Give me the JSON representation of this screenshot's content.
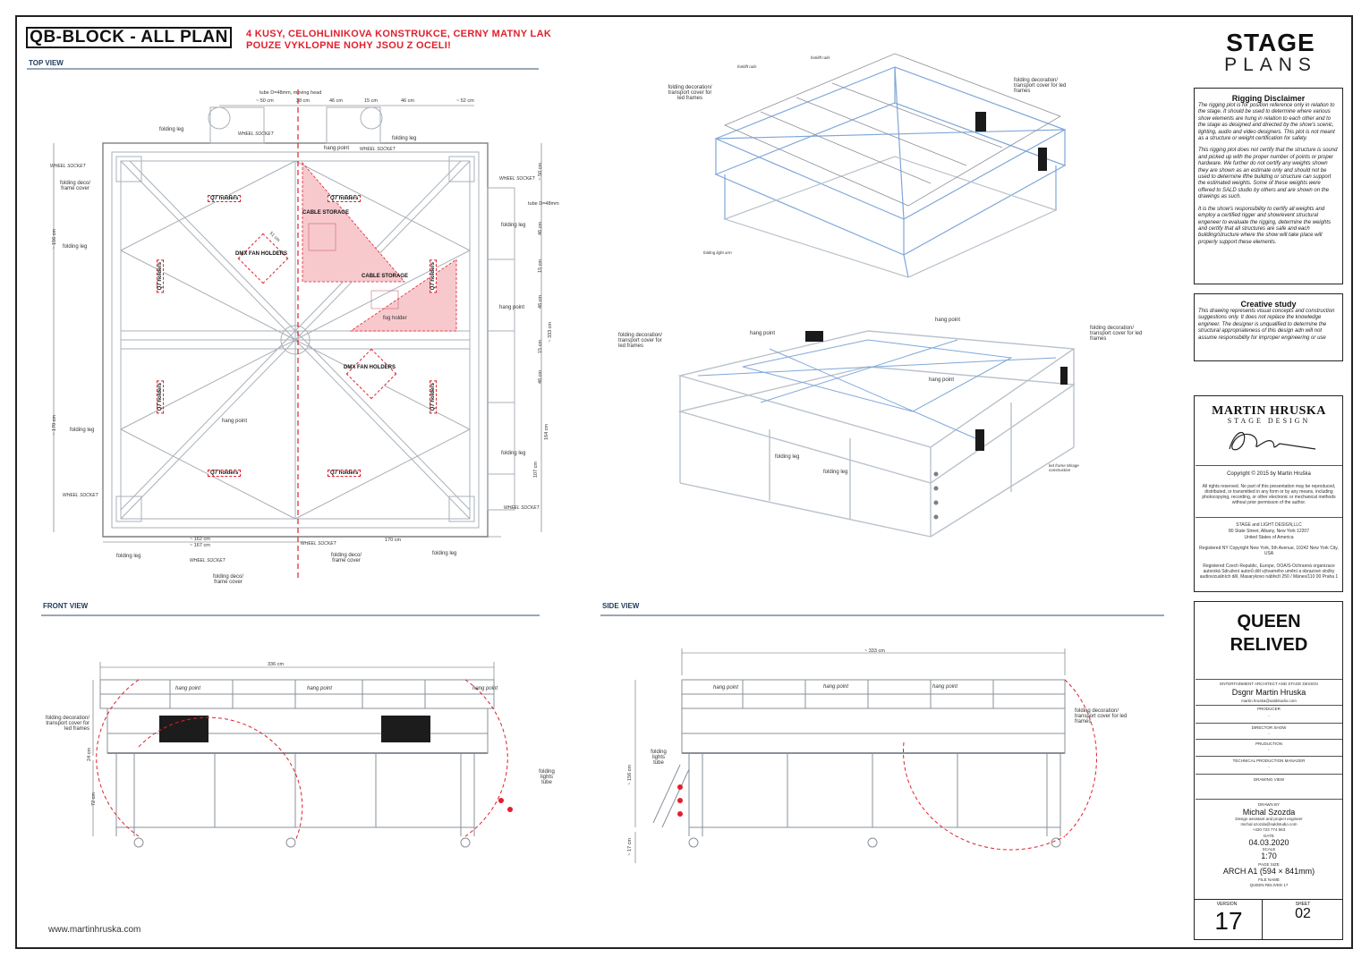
{
  "header": {
    "title": "QB-BLOCK - ALL PLAN",
    "note_line1": "4 KUSY, CELOHLINIKOVA KONSTRUKCE, CERNY MATNY LAK",
    "note_line2": "POUZE VYKLOPNE NOHY JSOU Z OCELI!"
  },
  "sections": {
    "top_view": "TOP VIEW",
    "front_view": "FRONT VIEW",
    "side_view": "SIDE VIEW"
  },
  "top_view": {
    "dims_top": [
      "~ 50 cm",
      "38 cm",
      "46 cm",
      "15 cm",
      "46 cm",
      "~ 52 cm"
    ],
    "tube_note": "tube D=48mm, moving head",
    "tube_note2": "tube D=48mm",
    "dims_bottom_1": "~ 162 cm",
    "dims_bottom_2": "~ 167 cm",
    "dims_bottom_3": "170 cm",
    "dims_left": [
      "~ 156 cm",
      "~ 170 cm"
    ],
    "dims_right": [
      "~ 50 cm",
      "46 cm",
      "15 cm",
      "46 cm",
      "~ 333 cm",
      "15 cm",
      "46 cm",
      "164 cm",
      "107 cm"
    ],
    "labels": {
      "folding_leg": "folding leg",
      "wheel_socket": "WHEEL SOCKET",
      "folding_deco": "folding deco/ frame cover",
      "hang_point": "hang point",
      "q7_holders": "Q7 holders",
      "dmx_fan": "DMX FAN HOLDERS",
      "cable_storage": "CABLE STORAGE",
      "fog_holder": "fog holder",
      "dim_51": "51 cm"
    }
  },
  "iso_views": {
    "folding_decoration": "folding decoration/ transport cover for led frames",
    "forklift_rails": "forklift rails",
    "folding_light_arm": "folding light arm",
    "hang_point": "hang point",
    "folding_leg": "folding leg",
    "led_frame": "led frame Mirage construction"
  },
  "front_view": {
    "width": "336 cm",
    "hang_point": "hang point",
    "folding_decoration": "folding decoration/ transport cover for led frames",
    "folding_lights_tube": "folding lights tube",
    "dim_v1": "24 cm",
    "dim_v2": "72 cm"
  },
  "side_view": {
    "width": "~ 333 cm",
    "hang_point": "hang point",
    "folding_decoration": "folding decoration/ transport cover for led frames",
    "folding_lights_tube": "folding lights tube",
    "dim_v1": "~ 156 cm",
    "dim_v2": "~ 17 cm"
  },
  "footer_url": "www.martinhruska.com",
  "logo": {
    "line1": "STAGE",
    "line2": "PLANS"
  },
  "rigging": {
    "title": "Rigging Disclaimer",
    "p1": "The rigging plot is for position reference only in relation to the stage. It should be used to determine where various show elements are hung in relation to each other and to the stage as designed and directed by the show's scenic, lighting, audio and video designers. This plot is not meant as a structure or weight certification for safety.",
    "p2": "This rigging plot does not certify that the structure is sound and picked up with the proper number of points or proper hardware. We further do not certify any weights shown they are shown as an estimate only and should not be used to determine ifthe building or structure can support the estimated weights. Some of these weights were offered to SALD studio by others and are shown on the drawings as such.",
    "p3": "It is the show's responsibility to certify all weights and employ a certified rigger and show/event structural engeneer to evaluate the rigging, determine the weights and certify that all structures are safe and each building/structure where the show will take place will properly support these elements."
  },
  "creative": {
    "title": "Creative study",
    "p1": "This drawing represents visual concepts and construction suggestions only. It does not replace the knowledge engineer. The designer is unqualified to determine the structural appropriateness of this design adn will not assume responsibility for improper engineering or use"
  },
  "designer": {
    "name": "MARTIN HRUSKA",
    "sub": "STAGE DESIGN",
    "copyright": "Copyright © 2015 by Martin Hruška",
    "rights": "All rights reserved. No part of this presentation may be reproduced, distributed, or transmitted in any form or by any means, including photocopying, recording, or other electronic or mechanical methods without prior permisson of the author.",
    "company1": "STAGE and LIGHT DESIGN,LLC",
    "company2": "80 State Street, Albany, New York 12207",
    "company3": "United States of America",
    "reg1": "Registered NY Copyright New York, 5th Avenue, 10242 New York City, USA",
    "reg2": "Registered Czech Republic, Europe, OOA/S-Ochranná organizace autorská Sdružení autorů děl výtvarného umění a obrazové složky audiovizuálních děl, Masarykovo nábřeží 250 / Mánes/110 00 Praha 1"
  },
  "project": {
    "line1": "QUEEN",
    "line2": "RELIVED",
    "architect_label": "ENTERTAINMENT ARCHITECT AND STAGE DESIGN",
    "architect": "Dsgnr Martin Hruska",
    "architect_email": "martin.hruska@saldstudio.com",
    "producer_label": "PRODUCER",
    "producer": "-",
    "director_label": "DIRECTOR SHOW",
    "director": "-",
    "production_label": "PRUDUCTION",
    "production": "-",
    "tpm_label": "TECHNICAL PRODUCTION MANAGER",
    "tpm": "-",
    "drawing_view_label": "DRAWING VIEW",
    "drawn_by_label": "DRAWN BY",
    "drawn_by": "Michal Szozda",
    "drawn_role": "Design assistant and project engineer",
    "drawn_email": "michal.szozda@saldstudio.com",
    "drawn_phone": "+420 723 774 563",
    "date_label": "DATE",
    "date": "04.03.2020",
    "scale_label": "SCALE",
    "scale": "1:70",
    "page_size_label": "PAGE SIZE",
    "page_size": "ARCH A1 (594 × 841mm)",
    "file_name_label": "FILE NAME",
    "file_name": "QUEEN RELIVED 17",
    "version_label": "VERSION",
    "version": "17",
    "sheet_label": "SHEET",
    "sheet": "02"
  },
  "colors": {
    "accent_red": "#e0202e",
    "structure_blue": "#7fa7d9",
    "structure_grey": "#b9c2cc",
    "section_navy": "#1f3a5a"
  }
}
